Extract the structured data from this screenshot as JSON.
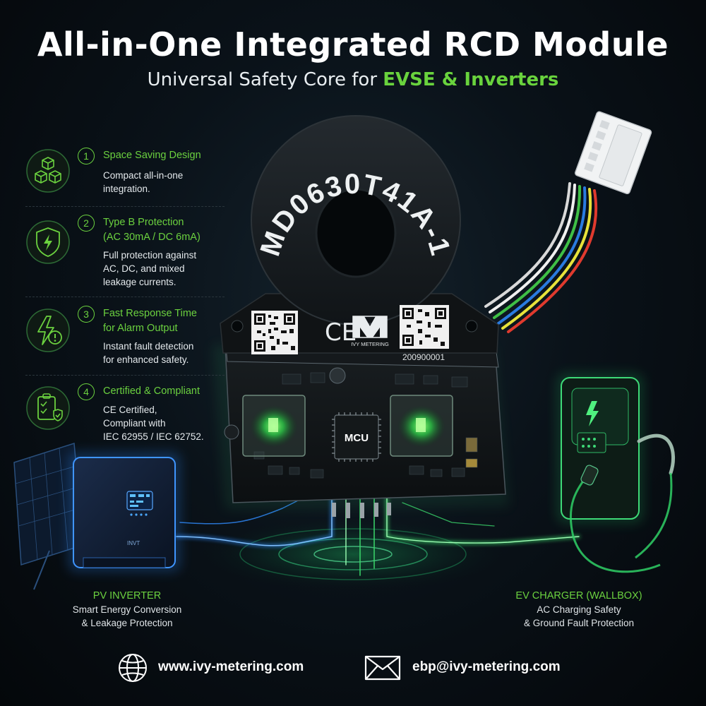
{
  "header": {
    "title": "All-in-One Integrated RCD Module",
    "subtitle_prefix": "Universal Safety Core for ",
    "subtitle_highlight": "EVSE & Inverters"
  },
  "features": [
    {
      "number": "1",
      "icon": "modules-cube-icon",
      "title_lines": [
        "Space Saving Design"
      ],
      "desc_lines": [
        "Compact all-in-one",
        "integration."
      ]
    },
    {
      "number": "2",
      "icon": "shield-bolt-icon",
      "title_lines": [
        "Type B Protection",
        "(AC 30mA / DC 6mA)"
      ],
      "desc_lines": [
        "Full protection against",
        "AC, DC, and mixed",
        "leakage currents."
      ]
    },
    {
      "number": "3",
      "icon": "bolt-alert-icon",
      "title_lines": [
        "Fast Response Time",
        "for Alarm Output"
      ],
      "desc_lines": [
        "Instant fault detection",
        "for enhanced safety."
      ]
    },
    {
      "number": "4",
      "icon": "clipboard-check-icon",
      "title_lines": [
        "Certified & Compliant"
      ],
      "desc_lines": [
        "CE Certified,",
        "Compliant with",
        "IEC 62955 / IEC 62752."
      ]
    }
  ],
  "module": {
    "model": "MD0630T41A-1",
    "ce_mark": "CE",
    "brand": "IVY METERING",
    "serial": "200900001",
    "chip_label": "MCU"
  },
  "inverter": {
    "badge": "INVT",
    "title": "PV INVERTER",
    "desc_lines": [
      "Smart Energy Conversion",
      "& Leakage Protection"
    ]
  },
  "charger": {
    "title": "EV CHARGER (WALLBOX)",
    "desc_lines": [
      "AC Charging Safety",
      "& Ground Fault Protection"
    ]
  },
  "footer": {
    "website": "www.ivy-metering.com",
    "email": "ebp@ivy-metering.com",
    "website_icon": "globe-icon",
    "email_icon": "envelope-icon"
  },
  "colors": {
    "accent_green": "#6bd13f",
    "accent_blue": "#2f8cff",
    "background": "#05090d"
  }
}
